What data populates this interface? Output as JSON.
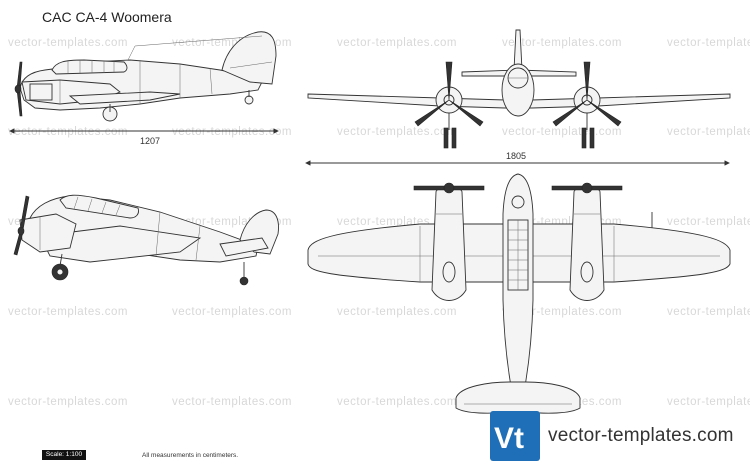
{
  "title": "CAC CA-4 Woomera",
  "watermark": "vector-templates.com",
  "dimensions": {
    "length": "1207",
    "span": "1805"
  },
  "footer": {
    "scale": "Scale: 1:100",
    "measurements_note": "All measurements in centimeters."
  },
  "logo": {
    "mark": "Vt",
    "text": "vector-templates.com",
    "color": "#1f6fb8"
  }
}
